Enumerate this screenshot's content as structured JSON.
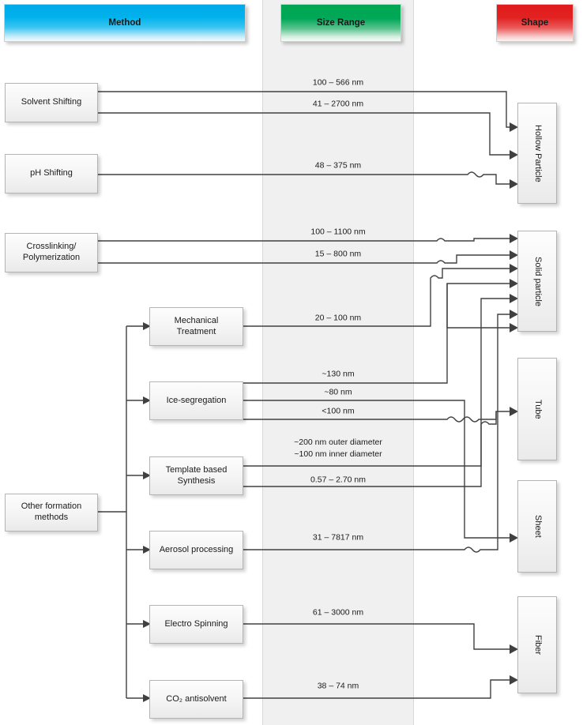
{
  "headers": [
    {
      "id": "method",
      "label": "Method"
    },
    {
      "id": "size",
      "label": "Size Range"
    },
    {
      "id": "shape",
      "label": "Shape"
    }
  ],
  "methods": [
    {
      "id": "solvent-shifting",
      "label": "Solvent Shifting"
    },
    {
      "id": "ph-shifting",
      "label": "pH Shifting"
    },
    {
      "id": "crosslinking",
      "label": "Crosslinking/\nPolymerization"
    },
    {
      "id": "other-formation",
      "label": "Other formation\nmethods"
    }
  ],
  "submethods": [
    {
      "id": "mechanical-treatment",
      "label": "Mechanical\nTreatment"
    },
    {
      "id": "ice-segregation",
      "label": "Ice-segregation"
    },
    {
      "id": "template-synthesis",
      "label": "Template based\nSynthesis"
    },
    {
      "id": "aerosol-processing",
      "label": "Aerosol processing"
    },
    {
      "id": "electro-spinning",
      "label": "Electro Spinning"
    },
    {
      "id": "co2-antisolvent",
      "label": "CO₂ antisolvent"
    }
  ],
  "size_ranges": [
    {
      "id": "sr-1",
      "label": "100 – 566 nm",
      "source": "solvent-shifting",
      "target": "hollow-particle"
    },
    {
      "id": "sr-2",
      "label": "41 – 2700 nm",
      "source": "solvent-shifting",
      "target": "hollow-particle"
    },
    {
      "id": "sr-3",
      "label": "48 – 375 nm",
      "source": "ph-shifting",
      "target": "hollow-particle"
    },
    {
      "id": "sr-4",
      "label": "100 – 1100 nm",
      "source": "crosslinking",
      "target": "solid-particle"
    },
    {
      "id": "sr-5",
      "label": "15 – 800 nm",
      "source": "crosslinking",
      "target": "solid-particle"
    },
    {
      "id": "sr-6",
      "label": "20 – 100 nm",
      "source": "mechanical-treatment",
      "target": "solid-particle"
    },
    {
      "id": "sr-7",
      "label": "~130 nm",
      "source": "ice-segregation",
      "target": "solid-particle"
    },
    {
      "id": "sr-8",
      "label": "~80 nm",
      "source": "ice-segregation",
      "target": "sheet"
    },
    {
      "id": "sr-9",
      "label": "<100 nm",
      "source": "ice-segregation",
      "target": "tube"
    },
    {
      "id": "sr-10",
      "label": "~200 nm outer diameter\n~100 nm inner diameter",
      "source": "template-synthesis",
      "target": "tube"
    },
    {
      "id": "sr-11",
      "label": "0.57 – 2.70 nm",
      "source": "template-synthesis",
      "target": "solid-particle"
    },
    {
      "id": "sr-12",
      "label": "31 – 7817 nm",
      "source": "aerosol-processing",
      "target": "solid-particle"
    },
    {
      "id": "sr-13",
      "label": "61 – 3000 nm",
      "source": "electro-spinning",
      "target": "fiber"
    },
    {
      "id": "sr-14",
      "label": "38 – 74 nm",
      "source": "co2-antisolvent",
      "target": "fiber"
    }
  ],
  "shapes": [
    {
      "id": "hollow-particle",
      "label": "Hollow Particle",
      "arrow_count": 3
    },
    {
      "id": "solid-particle",
      "label": "Solid particle",
      "arrow_count": 7
    },
    {
      "id": "tube",
      "label": "Tube",
      "arrow_count": 1
    },
    {
      "id": "sheet",
      "label": "Sheet",
      "arrow_count": 1
    },
    {
      "id": "fiber",
      "label": "Fiber",
      "arrow_count": 2
    }
  ],
  "colors": {
    "method_header": "#00a9e8",
    "size_header": "#00a651",
    "shape_header": "#e01b1b",
    "band": "#f0f0f0",
    "box_border": "#b4b4b4",
    "wire": "#404040"
  }
}
